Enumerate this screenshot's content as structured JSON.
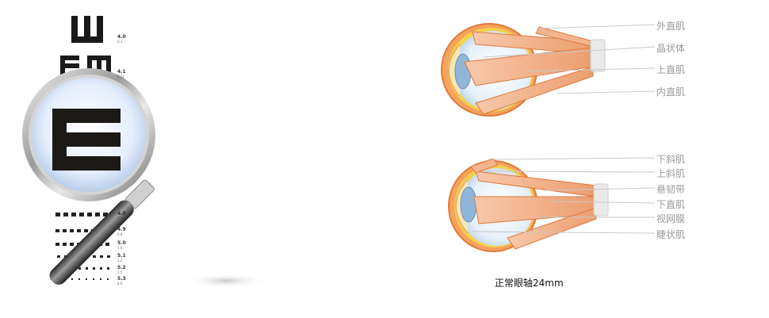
{
  "eye_chart": {
    "rows": [
      {
        "score": "4.0",
        "sub": "0.1",
        "letters": [
          "E"
        ]
      },
      {
        "score": "4.1",
        "sub": "0.12",
        "letters": [
          "E",
          "E"
        ]
      },
      {
        "score": "4.8",
        "sub": "0.6",
        "letters": [
          "E",
          "E",
          "E",
          "E",
          "E",
          "E"
        ]
      },
      {
        "score": "4.9",
        "sub": "0.8",
        "letters": [
          "E",
          "E",
          "E",
          "E",
          "E",
          "E",
          "E"
        ]
      },
      {
        "score": "5.0",
        "sub": "1.0",
        "letters": [
          "E",
          "E",
          "E",
          "E",
          "E",
          "E",
          "E",
          "E"
        ]
      },
      {
        "score": "5.1",
        "sub": "1.2",
        "letters": [
          "E",
          "E",
          "E",
          "E",
          "E",
          "E",
          "E",
          "E"
        ]
      },
      {
        "score": "5.2",
        "sub": "1.5",
        "letters": [
          "E",
          "E",
          "E",
          "E",
          "E",
          "E",
          "E",
          "E"
        ]
      },
      {
        "score": "5.3",
        "sub": "2.0",
        "letters": [
          "E",
          "E",
          "E",
          "E",
          "E",
          "E",
          "E",
          "E"
        ]
      }
    ]
  },
  "top_eye_labels": [
    "外直肌",
    "晶状体",
    "上直肌",
    "内直肌"
  ],
  "bottom_eye_labels": [
    "下斜肌",
    "上斜肌",
    "悬韧带",
    "下直肌",
    "视网膜",
    "睫状肌"
  ],
  "caption": "正常眼轴24mm",
  "colors": {
    "muscle": "#f2b48f",
    "muscle_stroke": "#e07a3c",
    "lens": "#8fb6d8",
    "sclera": "#f3c07a",
    "leader": "#c8c8c8",
    "label": "#9a9a9a"
  }
}
